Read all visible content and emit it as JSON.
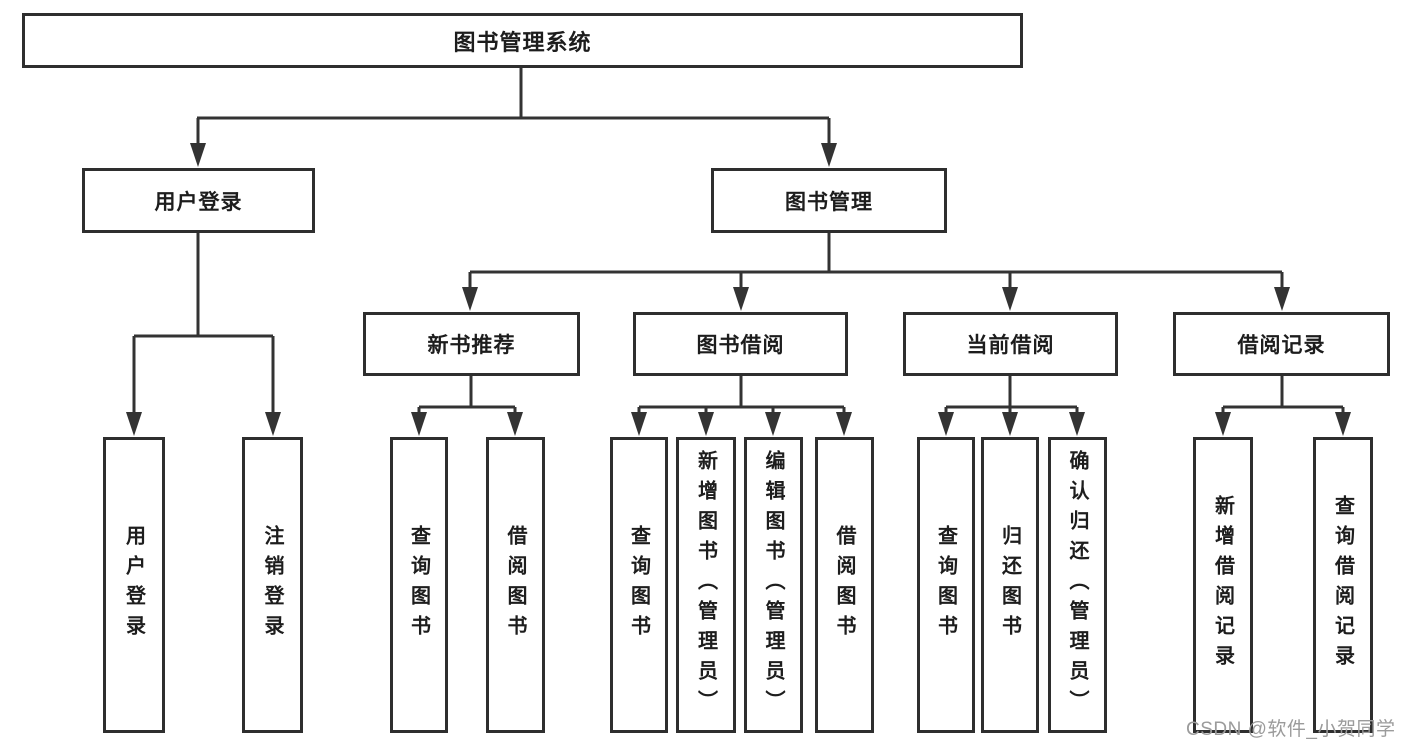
{
  "diagram": {
    "root": "图书管理系统",
    "level2": [
      "用户登录",
      "图书管理"
    ],
    "level3": [
      "新书推荐",
      "图书借阅",
      "当前借阅",
      "借阅记录"
    ],
    "leaves": [
      "用户登录",
      "注销登录",
      "查询图书",
      "借阅图书",
      "查询图书",
      "新增图书（管理员）",
      "编辑图书（管理员）",
      "借阅图书",
      "查询图书",
      "归还图书",
      "确认归还（管理员）",
      "新增借阅记录",
      "查询借阅记录"
    ]
  },
  "watermark": "CSDN @软件_小贺同学",
  "colors": {
    "line": "#333333",
    "box_border": "#2e2e2e",
    "text": "#1d1d1d",
    "watermark": "#9b9b9b",
    "background": "#ffffff"
  }
}
